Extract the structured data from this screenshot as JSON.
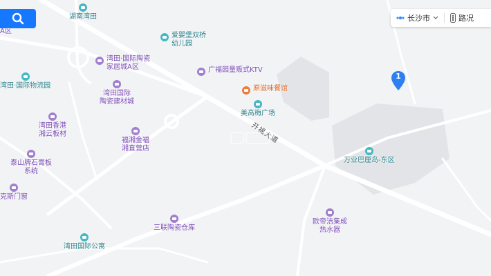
{
  "map": {
    "pois": [
      {
        "id": "hunan-wantian",
        "label": "湖南湾田",
        "type": "teal"
      },
      {
        "id": "district-a",
        "label": "A区",
        "type": "purple"
      },
      {
        "id": "aiyingbao",
        "label": "爱婴堡双桥\n幼儿园",
        "type": "teal"
      },
      {
        "id": "wantian-ceramics-home",
        "label": "湾田·国际陶瓷\n家居城A区",
        "type": "purple"
      },
      {
        "id": "guangfuyuan-ktv",
        "label": "广福园量贩式KTV",
        "type": "purple"
      },
      {
        "id": "wantian-logistics",
        "label": "湾田·国际物流园",
        "type": "teal"
      },
      {
        "id": "yuanzi-restaurant",
        "label": "原滋味餐馆",
        "type": "orange"
      },
      {
        "id": "wantian-ceramics-material",
        "label": "湾田国际\n陶瓷建材城",
        "type": "purple"
      },
      {
        "id": "meigaomei-plaza",
        "label": "美高梅广场",
        "type": "teal"
      },
      {
        "id": "wantian-hk-board",
        "label": "湾田香港\n湘云板材",
        "type": "purple"
      },
      {
        "id": "fuxiang-jinfu",
        "label": "福湘金福\n湘直营店",
        "type": "purple"
      },
      {
        "id": "taishan-gypsum",
        "label": "泰山牌石膏板\n系统",
        "type": "purple"
      },
      {
        "id": "wanye-bali",
        "label": "万业巴厘岛-东区",
        "type": "teal"
      },
      {
        "id": "kesi-door",
        "label": "克斯门窗",
        "type": "purple"
      },
      {
        "id": "oudijie",
        "label": "欧帝洁集成\n热水器",
        "type": "purple"
      },
      {
        "id": "sanlian-ceramics",
        "label": "三联陶瓷仓库",
        "type": "purple"
      },
      {
        "id": "wantian-apartment",
        "label": "湾田国际公寓",
        "type": "teal"
      }
    ],
    "road_label": "开福大道",
    "marker_number": "1"
  },
  "controls": {
    "city": "长沙市",
    "traffic": "路况"
  },
  "colors": {
    "search_button": "#1677ff",
    "background": "#f2f3f5",
    "road": "#ffffff",
    "block": "#e3e4e7"
  }
}
